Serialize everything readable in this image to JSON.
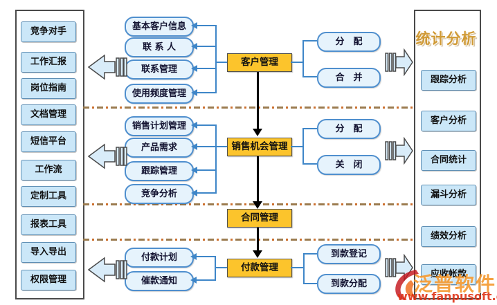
{
  "left_panel": {
    "items": [
      "竞争对手",
      "工作汇报",
      "岗位指南",
      "文档管理",
      "短信平台",
      "工作流",
      "定制工具",
      "报表工具",
      "导入导出",
      "权限管理"
    ]
  },
  "right_panel": {
    "title": "统计分析",
    "items": [
      "跟踪分析",
      "客户分析",
      "合同统计",
      "漏斗分析",
      "绩效分析",
      "应收帐款"
    ]
  },
  "flow": {
    "stage1": {
      "center": "客户管理",
      "sub": [
        "基本客户信息",
        "联 系 人",
        "联系管理",
        "使用频度管理"
      ],
      "actions": [
        "分　配",
        "合　并"
      ]
    },
    "stage2": {
      "center": "销售机会管理",
      "sub": [
        "销售计划管理",
        "产品需求",
        "跟踪管理",
        "竞争分析"
      ],
      "actions": [
        "分　配",
        "关　闭"
      ]
    },
    "stage3": {
      "center": "合同管理"
    },
    "stage4": {
      "center": "付款管理",
      "sub": [
        "付款计划",
        "催款通知"
      ],
      "actions": [
        "到款登记",
        "到款分配"
      ]
    }
  },
  "watermark": {
    "brand": "泛普软件",
    "url": "www.fanpusoft.com"
  },
  "colors": {
    "center_box_yellow": "#fcc42c",
    "panel_item_blue": "#cbe7f8",
    "rounded_box_blue": "#e6f3fc",
    "connector_blue": "#3e86c8",
    "separator_orange": "#cc6f2e",
    "stats_title_gold": "#d09a36",
    "watermark_orange": "#f39221",
    "watermark_red": "#de3012"
  }
}
